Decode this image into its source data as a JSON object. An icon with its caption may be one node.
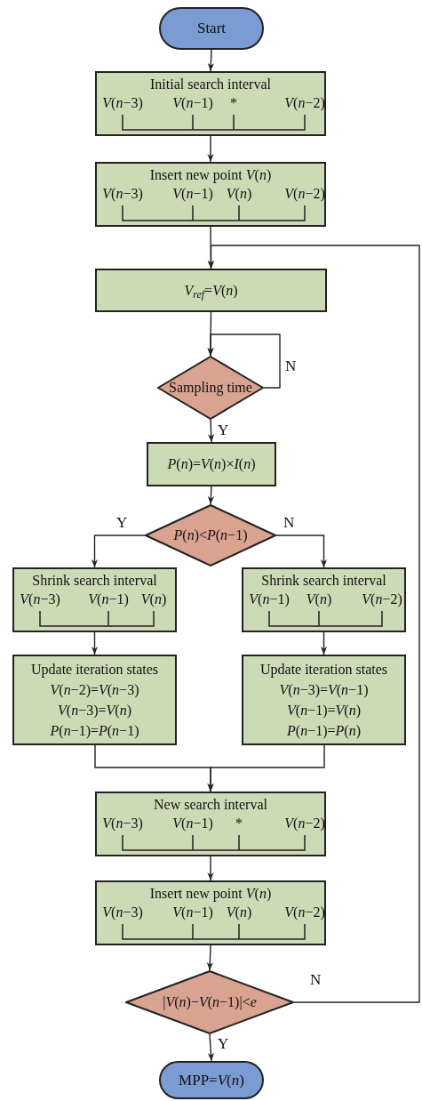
{
  "diagram": {
    "nodes": [
      {
        "text": [
          "Start"
        ]
      },
      {
        "text": [
          "Initial search interval",
          "*V*(*n*−3)",
          "*V*(*n*−1)",
          "*",
          "*V*(*n*−2)"
        ]
      },
      {
        "text": [
          "Insert new point *V*(*n*)",
          "*V*(*n*−3)",
          "*V*(*n*−1)",
          "*V*(*n*)",
          "*V*(*n*−2)"
        ]
      },
      {
        "text": [
          "*V*$_{ref}$=*V*(*n*)"
        ]
      },
      {
        "text": [
          "Sampling time"
        ]
      },
      {
        "text": [
          "*P*(*n*)=*V*(*n*)×*I*(*n*)"
        ]
      },
      {
        "text": [
          "*P*(*n*)<*P*(*n*−1)"
        ]
      },
      {
        "text": [
          "Shrink search interval",
          "*V*(*n*−3)",
          "*V*(*n*−1)",
          "*V*(*n*)"
        ]
      },
      {
        "text": [
          "Shrink search interval",
          "*V*(*n*−1)",
          "*V*(*n*)",
          "*V*(*n*−2)"
        ]
      },
      {
        "text": [
          "Update iteration states",
          "*V*(*n*−2)=*V*(*n*−3)",
          "*V*(*n*−3)=*V*(*n*)",
          "*P*(*n*−1)=*P*(*n*−1)"
        ]
      },
      {
        "text": [
          "Update iteration states",
          "*V*(*n*−3)=*V*(*n*−1)",
          "*V*(*n*−1)=*V*(*n*)",
          "*P*(*n*−1)=*P*(*n*)"
        ]
      },
      {
        "text": [
          "New search interval",
          "*V*(*n*−3)",
          "*V*(*n*−1)",
          "*",
          "*V*(*n*−2)"
        ]
      },
      {
        "text": [
          "Insert new point *V*(*n*)",
          "*V*(*n*−3)",
          "*V*(*n*−1)",
          "*V*(*n*)",
          "*V*(*n*−2)"
        ]
      },
      {
        "text": [
          "|*V*(*n*)−*V*(*n*−1)|<*e*"
        ]
      },
      {
        "text": [
          "MPP=*V*(*n*)"
        ]
      }
    ],
    "edges": [
      {
        "from": 0,
        "to": 1,
        "arrow": "to"
      },
      {
        "from": 1,
        "to": 2,
        "arrow": "to"
      },
      {
        "from": 2,
        "to": 3,
        "arrow": "to"
      },
      {
        "from": 3,
        "to": 4,
        "arrow": "to"
      },
      {
        "from": 4,
        "to": 4,
        "arrow": "to",
        "label": "N"
      },
      {
        "from": 4,
        "to": 5,
        "arrow": "to",
        "label": "Y"
      },
      {
        "from": 5,
        "to": 6,
        "arrow": "to"
      },
      {
        "from": 6,
        "to": 7,
        "arrow": "to",
        "label": "Y"
      },
      {
        "from": 6,
        "to": 8,
        "arrow": "to",
        "label": "N"
      },
      {
        "from": 7,
        "to": 9,
        "arrow": "to"
      },
      {
        "from": 8,
        "to": 10,
        "arrow": "to"
      },
      {
        "from": 9,
        "to": 11,
        "arrow": "to"
      },
      {
        "from": 10,
        "to": 11,
        "arrow": "to"
      },
      {
        "from": 11,
        "to": 12,
        "arrow": "to"
      },
      {
        "from": 12,
        "to": 13,
        "arrow": "to"
      },
      {
        "from": 13,
        "to": 14,
        "arrow": "to",
        "label": "Y"
      },
      {
        "from": 13,
        "to": 3,
        "arrow": "to",
        "label": "N"
      }
    ]
  }
}
